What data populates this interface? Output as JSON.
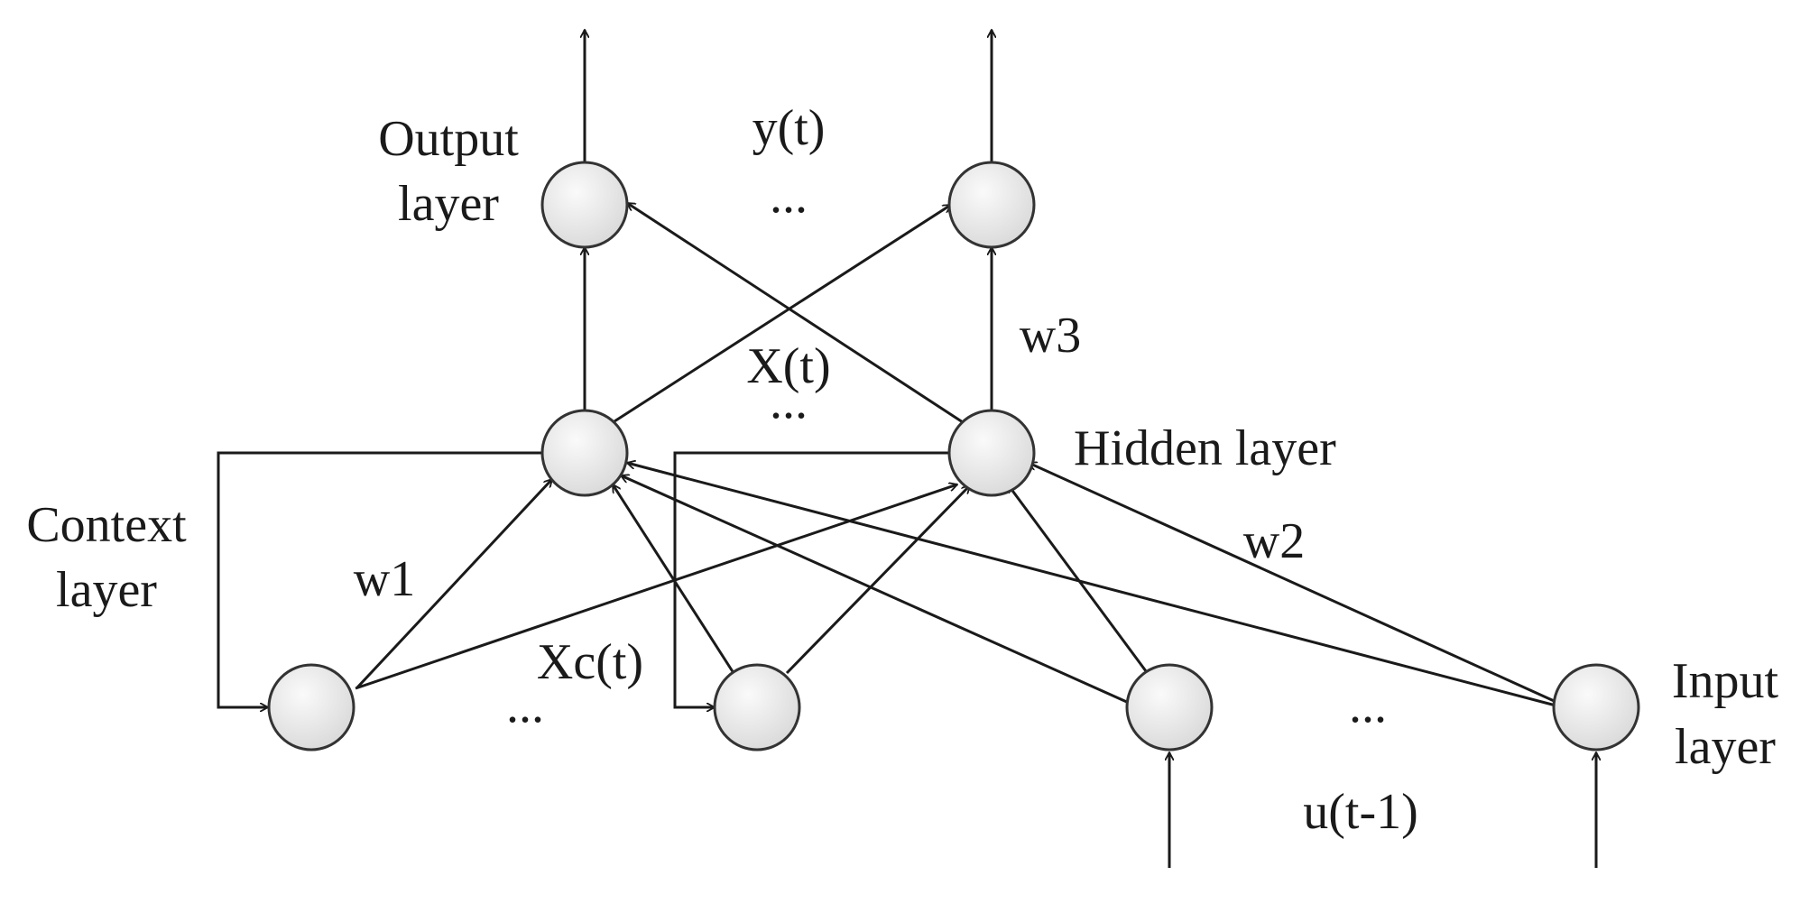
{
  "labels": {
    "output_layer_line1": "Output",
    "output_layer_line2": "layer",
    "y_t": "y(t)",
    "ellipsis_output": "...",
    "w3": "w3",
    "x_t": "X(t)",
    "ellipsis_hidden": "...",
    "hidden_layer": "Hidden layer",
    "context_layer_line1": "Context",
    "context_layer_line2": "layer",
    "w1": "w1",
    "w2": "w2",
    "xc_t": "Xc(t)",
    "ellipsis_context": "...",
    "ellipsis_input": "...",
    "input_layer_line1": "Input",
    "input_layer_line2": "layer",
    "u_t_minus_1": "u(t-1)"
  },
  "colors": {
    "line": "#1a1a1a",
    "node_fill_light": "#fafafa",
    "node_fill_dark": "#d9d9d9",
    "node_stroke": "#333333"
  }
}
